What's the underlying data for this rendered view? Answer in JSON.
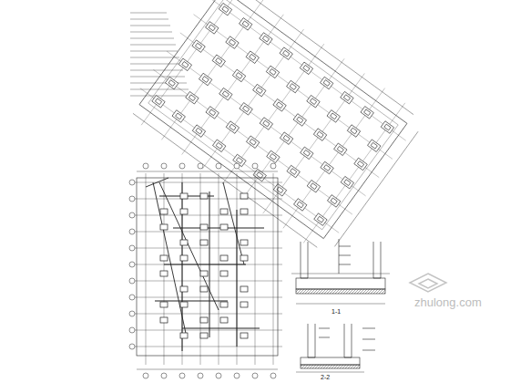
{
  "diagram": {
    "labels": [
      "1-1",
      "2-2",
      "zhulong.com"
    ]
  }
}
